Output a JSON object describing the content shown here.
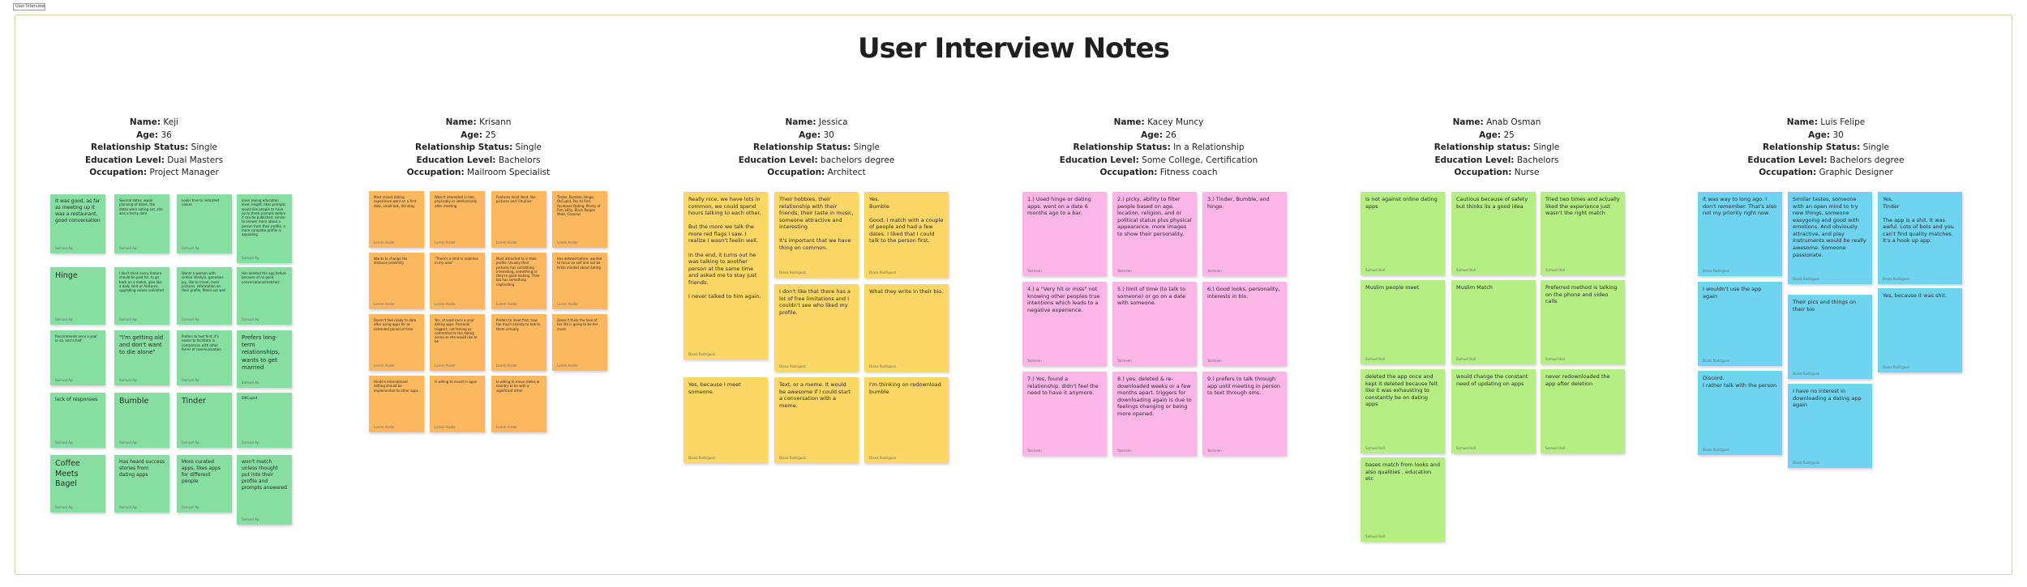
{
  "tab": {
    "label": "User Interviews"
  },
  "title": "User Interview Notes",
  "personas": [
    {
      "fields": [
        {
          "label": "Name:",
          "value": "Keji"
        },
        {
          "label": "Age:",
          "value": "36"
        },
        {
          "label": "Relationship Status:",
          "value": "Single"
        },
        {
          "label": "Education Level:",
          "value": "Dual Masters"
        },
        {
          "label": "Occupation:",
          "value": "Project Manager"
        }
      ],
      "author": "Samuel Ap",
      "notes": [
        "It was good, as far as meeting up it was a restaurant, good conversation",
        "Several dates, equal planning of dates, the dates were eating out, she was a techy date",
        "Looks true to indicated values",
        "Likes seeing education level, height, likes prompts would like people to have up to three prompts before it can be published, similar to answer more about a person from their profile, a more complete profile is appealing",
        "Hinge",
        "I don't think every feature should be paid for, to go back on a match, give like a daily limit on features, upgrading values unlimited",
        "Wants a woman with similar lifestyle, generous joy, like to travel, most pictures, information on their profile, filters out well",
        "Has deleted the app before because of no good conversations/matches",
        "Recommends once a year or so, and a half",
        "\"I'm getting old and don't want to die alone\"",
        "Prefers to text first, it's easier to facilitate in comparison with other forms of communication",
        "Prefers long-term relationships, wants to get married",
        "lack of responses",
        "Bumble",
        "Tinder",
        "OKCupid",
        "Coffee Meets Bagel",
        "Has heard success stories from dating apps",
        "More curated apps, likes apps for different people",
        "won't match unless thought put into their profile and prompts answered"
      ]
    },
    {
      "fields": [
        {
          "label": "Name:",
          "value": "Krisann"
        },
        {
          "label": "Age:",
          "value": "25"
        },
        {
          "label": "Relationship Status:",
          "value": "Single"
        },
        {
          "label": "Education Level:",
          "value": "Bachelors"
        },
        {
          "label": "Occupation:",
          "value": "Mailroom Specialist"
        }
      ],
      "author": "Lorem Ander",
      "notes": [
        "Most recent dating experience went on a first date, small talk, did okay",
        "Wasn't interested in him, physically or intellectually after meeting",
        "Features most liked: like pictures and 'intuitive'",
        "Tinder, Bumble, Hinge, OkCupid, Pov to find, Facebook Dating, Plenty of Fish, Hilly, Black People Meet, Coconut",
        "Wants to change the distance proximity",
        "\"There's a limit in matches in my area\"",
        "Most attracted to in their profile: Usually their pictures has something interesting, something or they're good looking. Their bio has something captivating",
        "Has deleted before, wanted to focus on self and not be fickle minded about dating",
        "Doesn't feel ready to date after using apps for an extended period of time",
        "Yes, at least once a year dating apps. Personal triggers: not feeling as committed to the dating scene as she would like to be",
        "Prefers to meet first, how too much anxiety to talk to them virtually",
        "Doesn't think the love of her life is going to be her crush",
        "Hinde's international setting should be implemented to other apps",
        "Is willing to invest in apps",
        "Is willing to move states or country to be with a significant other"
      ]
    },
    {
      "fields": [
        {
          "label": "Name:",
          "value": "Jessica"
        },
        {
          "label": "Age:",
          "value": "30"
        },
        {
          "label": "Relationship Status:",
          "value": "Single"
        },
        {
          "label": "Education Level:",
          "value": "bachelors degree"
        },
        {
          "label": "Occupation:",
          "value": "Architect"
        }
      ],
      "author": "Diana Rodriguez",
      "notes": [
        "Really nice, we have lots in common, we could spend hours talking to each other.\n\nBut the more we talk the more red flags I saw. I realize I wasn't feelin well.\n\nIn the end, it turns out he was talking to another person at the same time and asked me to stay just friends.\n\nI never talked to him again.",
        "Their hobbies, their relationship with their friends, their taste in music, someone attractive and interesting\n\nIt's important that we have thing on common.",
        "Yes.\nBumble\n\nGood, I match with a couple of people and had a few dates. I liked that I could talk to the person first.",
        "I don't like that there has a lot of free limitations and I couldn't see who liked my profile.",
        "What they write in their bio.",
        "Yes, because I meet someone.",
        "Text, or a meme. It would be awesome if I could start a conversation with a meme.",
        "I'm thinking on redownload bumble"
      ]
    },
    {
      "fields": [
        {
          "label": "Name:",
          "value": "Kacey Muncy"
        },
        {
          "label": "Age:",
          "value": "26"
        },
        {
          "label": "Relationship Status:",
          "value": "In a Relationship"
        },
        {
          "label": "Education Level:",
          "value": "Some College, Certification"
        },
        {
          "label": "Occupation:",
          "value": "Fitness coach"
        }
      ],
      "author": "Yasmeen",
      "notes": [
        "1.) Used hinge or dating apps. went on a date 6 months ago to a bar.",
        "2.) picky, ability to filter people based on age, location, religion, and or political status plus physical appearance. more images to show their personality.",
        "3.) Tinder, Bumble, and hinge.",
        "4.) a \"Very hit or miss\" not knowing other peoples true intentions which leads to a negative experience.",
        "5.) limit of time (to talk to someone) or go on a date with someone.",
        "6.) Good looks, personality, interests in bio.",
        "7.) Yes, found a relationship. didn't feel the need to have it anymore.",
        "8.) yes, deleted & re-downloaded weeks or a few months apart. triggers for downloading again is due to feelings changing or being more opened.",
        "9.) prefers to talk through app until meeting in person to text through sms."
      ]
    },
    {
      "fields": [
        {
          "label": "Name:",
          "value": "Anab Osman"
        },
        {
          "label": "Age:",
          "value": "25"
        },
        {
          "label": "Relationship status:",
          "value": "Single"
        },
        {
          "label": "Education Level:",
          "value": "Bachelors"
        },
        {
          "label": "Occupation:",
          "value": "Nurse"
        }
      ],
      "author": "Samuel Hall",
      "notes": [
        "Is not against online dating apps",
        "Cautious because of safety but thinks its a good idea",
        "Tried two times and actually liked the experience just wasn't the right match",
        "Muslim people meet",
        "Muslim Match",
        "Preferred method is talking on the phone and video calls",
        "deleted the app once and kept it deleted because felt like it was exhausting to constantly be on dating apps",
        "would change the constant need of updating on apps",
        "never redownloaded the app after deletion",
        "bases match from looks and also qualities , education etc"
      ]
    },
    {
      "fields": [
        {
          "label": "Name:",
          "value": "Luis Felipe"
        },
        {
          "label": "Age:",
          "value": "30"
        },
        {
          "label": "Relationship Status:",
          "value": "Single"
        },
        {
          "label": "Education Level:",
          "value": "Bachelors degree"
        },
        {
          "label": "Occupation:",
          "value": "Graphic Designer"
        }
      ],
      "author": "Diana Rodriguez",
      "notes": [
        "It was way to long ago. I don't remember. That's also not my priority right now.",
        "Similar tastes, someone with an open mind to try new things, someone easygoing and good with emotions. And obviously attractive, and play instruments would be really awesome. Someone passionate.",
        "Yes,\nTinder\n\nThe app is a shit. It was awful. Lots of bots and you can't find quality matches. It's a hook up app.",
        "I wouldn't use the app again",
        "Yes, because it was shit.",
        "Their pics and things on their bio",
        "Discord.\nI rather talk with the person",
        "I have no interest in downloading a dating app again"
      ]
    }
  ]
}
